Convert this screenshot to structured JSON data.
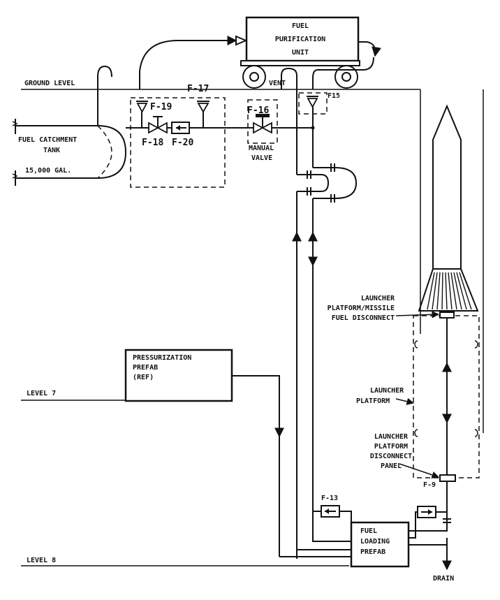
{
  "labels": {
    "fuel_purification_unit": [
      "FUEL",
      "PURIFICATION",
      "UNIT"
    ],
    "ground_level": "GROUND LEVEL",
    "vent": "VENT",
    "f15": "F15",
    "f17": "F-17",
    "f19": "F-19",
    "f16": "F-16",
    "f18": "F-18",
    "f20": "F-20",
    "manual_valve": [
      "MANUAL",
      "VALVE"
    ],
    "fuel_catchment_tank": [
      "FUEL CATCHMENT",
      "TANK"
    ],
    "tank_capacity": "15,000 GAL.",
    "launcher_platform_missile_fuel_disconnect": [
      "LAUNCHER",
      "PLATFORM/MISSILE",
      "FUEL DISCONNECT"
    ],
    "pressurization_prefab": [
      "PRESSURIZATION",
      "PREFAB",
      "(REF)"
    ],
    "level7": "LEVEL 7",
    "launcher_platform": [
      "LAUNCHER",
      "PLATFORM"
    ],
    "launcher_platform_disconnect_panel": [
      "LAUNCHER",
      "PLATFORM",
      "DISCONNECT",
      "PANEL"
    ],
    "f9": "F-9",
    "f13": "F-13",
    "fuel_loading_prefab": [
      "FUEL",
      "LOADING",
      "PREFAB"
    ],
    "level8": "LEVEL 8",
    "drain": "DRAIN"
  },
  "icons": {
    "filter": "inverted-triangle-filter-icon",
    "check_valve": "check-valve-arrow-icon",
    "gate_valve": "bowtie-valve-icon",
    "coupling": "pipe-coupling-icon"
  },
  "colors": {
    "ink": "#111111",
    "paper": "#ffffff"
  }
}
